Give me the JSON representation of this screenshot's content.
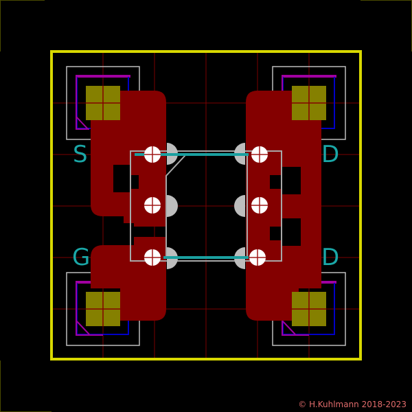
{
  "pins": {
    "source_label": "S",
    "gate_label": "G",
    "drain_top_label": "D",
    "drain_bottom_label": "D"
  },
  "footer": {
    "copyright": "© H.Kuhlmann 2018-2023"
  },
  "colors": {
    "background": "#000000",
    "board_outline": "#d8d800",
    "copper": "#840000",
    "pad": "#858000",
    "courtyard": "#c0c0c0",
    "fab_blue": "#0000c8",
    "fab_magenta": "#a000a0",
    "silkscreen": "#1aa0a0",
    "grid_lines": "#7a0000",
    "drill": "#ffffff",
    "text_label": "#1aa7a7",
    "copyright_text": "#e06b6b"
  },
  "icons": {
    "pad": "square-pad-icon",
    "via": "drill-hole-icon"
  }
}
